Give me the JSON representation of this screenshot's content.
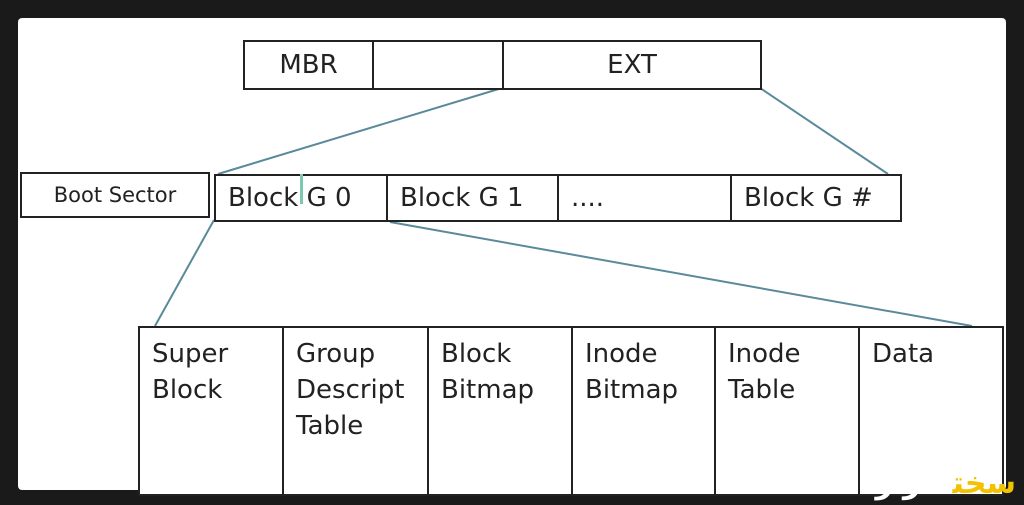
{
  "partition_table": [
    "MBR",
    "",
    "EXT"
  ],
  "boot_sector": "Boot Sector",
  "block_groups": [
    "Block G 0",
    "Block G 1",
    "....",
    "Block G #"
  ],
  "block_group_parts": [
    "Super\nBlock",
    "Group\nDescript\nTable",
    "Block\nBitmap",
    "Inode\nBitmap",
    "Inode\nTable",
    "Data"
  ],
  "watermark": {
    "part1": "سخت",
    "part2": "افزار"
  },
  "colors": {
    "line": "#5a8a9a",
    "border": "#222222",
    "logo_yellow": "#f2c200"
  }
}
